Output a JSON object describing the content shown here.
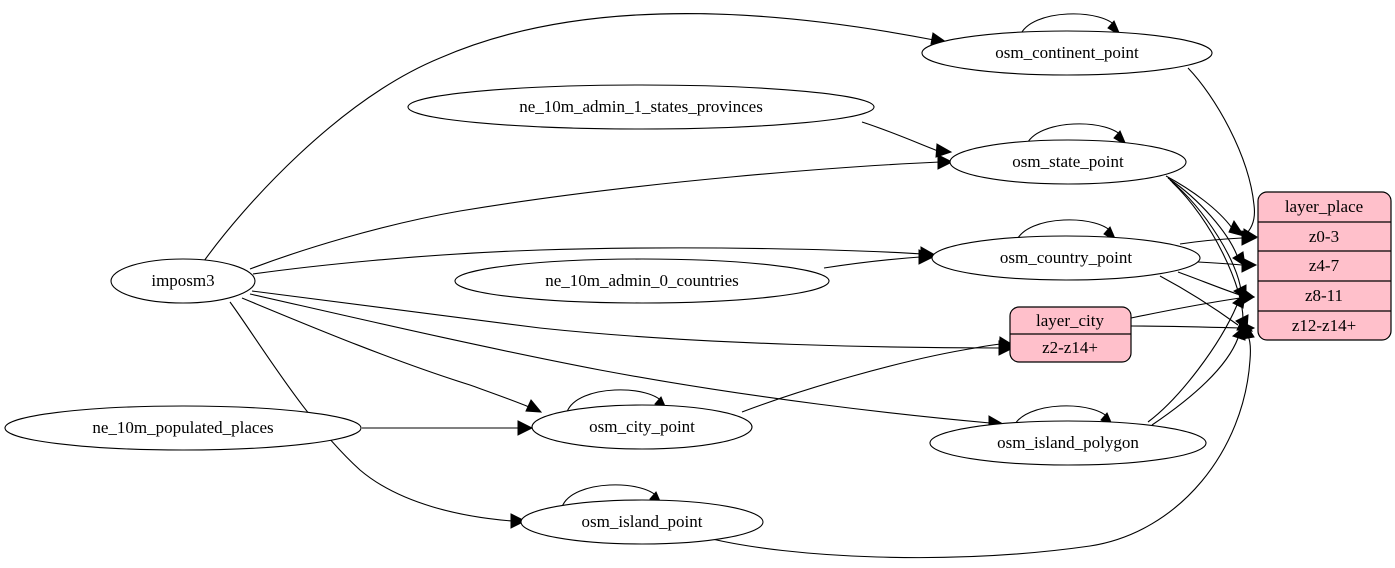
{
  "diagram": {
    "title": "place layer dependency graph",
    "background": "#ffffff",
    "record_fill": "#ffc0cb",
    "ellipse_fill": "#ffffff",
    "stroke": "#000000"
  },
  "nodes": {
    "imposm3": {
      "label": "imposm3",
      "shape": "ellipse"
    },
    "ne_states": {
      "label": "ne_10m_admin_1_states_provinces",
      "shape": "ellipse"
    },
    "ne_countries": {
      "label": "ne_10m_admin_0_countries",
      "shape": "ellipse"
    },
    "ne_places": {
      "label": "ne_10m_populated_places",
      "shape": "ellipse"
    },
    "osm_continent_point": {
      "label": "osm_continent_point",
      "shape": "ellipse"
    },
    "osm_state_point": {
      "label": "osm_state_point",
      "shape": "ellipse"
    },
    "osm_country_point": {
      "label": "osm_country_point",
      "shape": "ellipse"
    },
    "osm_city_point": {
      "label": "osm_city_point",
      "shape": "ellipse"
    },
    "osm_island_point": {
      "label": "osm_island_point",
      "shape": "ellipse"
    },
    "osm_island_polygon": {
      "label": "osm_island_polygon",
      "shape": "ellipse"
    }
  },
  "records": {
    "layer_city": {
      "title": "layer_city",
      "rows": [
        "z2-z14+"
      ]
    },
    "layer_place": {
      "title": "layer_place",
      "rows": [
        "z0-3",
        "z4-7",
        "z8-11",
        "z12-z14+"
      ]
    }
  },
  "edges": [
    {
      "from": "imposm3",
      "to": "osm_continent_point"
    },
    {
      "from": "imposm3",
      "to": "osm_state_point"
    },
    {
      "from": "imposm3",
      "to": "osm_country_point"
    },
    {
      "from": "imposm3",
      "to": "osm_city_point"
    },
    {
      "from": "imposm3",
      "to": "osm_island_point"
    },
    {
      "from": "imposm3",
      "to": "osm_island_polygon"
    },
    {
      "from": "imposm3",
      "to": "layer_city:z2-z14+"
    },
    {
      "from": "ne_10m_admin_1_states_provinces",
      "to": "osm_state_point"
    },
    {
      "from": "ne_10m_admin_0_countries",
      "to": "osm_country_point"
    },
    {
      "from": "ne_10m_populated_places",
      "to": "osm_city_point"
    },
    {
      "from": "osm_continent_point",
      "to": "osm_continent_point"
    },
    {
      "from": "osm_state_point",
      "to": "osm_state_point"
    },
    {
      "from": "osm_country_point",
      "to": "osm_country_point"
    },
    {
      "from": "osm_city_point",
      "to": "osm_city_point"
    },
    {
      "from": "osm_island_point",
      "to": "osm_island_point"
    },
    {
      "from": "osm_island_polygon",
      "to": "osm_island_polygon"
    },
    {
      "from": "osm_continent_point",
      "to": "layer_place:z0-3"
    },
    {
      "from": "osm_state_point",
      "to": "layer_place:z0-3"
    },
    {
      "from": "osm_state_point",
      "to": "layer_place:z4-7"
    },
    {
      "from": "osm_state_point",
      "to": "layer_place:z8-11"
    },
    {
      "from": "osm_state_point",
      "to": "layer_place:z12-z14+"
    },
    {
      "from": "osm_country_point",
      "to": "layer_place:z0-3"
    },
    {
      "from": "osm_country_point",
      "to": "layer_place:z4-7"
    },
    {
      "from": "osm_country_point",
      "to": "layer_place:z8-11"
    },
    {
      "from": "osm_country_point",
      "to": "layer_place:z12-z14+"
    },
    {
      "from": "osm_city_point",
      "to": "layer_city:z2-z14+"
    },
    {
      "from": "layer_city",
      "to": "layer_place:z8-11"
    },
    {
      "from": "layer_city",
      "to": "layer_place:z12-z14+"
    },
    {
      "from": "osm_island_polygon",
      "to": "layer_place:z8-11"
    },
    {
      "from": "osm_island_polygon",
      "to": "layer_place:z12-z14+"
    },
    {
      "from": "osm_island_point",
      "to": "layer_place:z12-z14+"
    }
  ]
}
